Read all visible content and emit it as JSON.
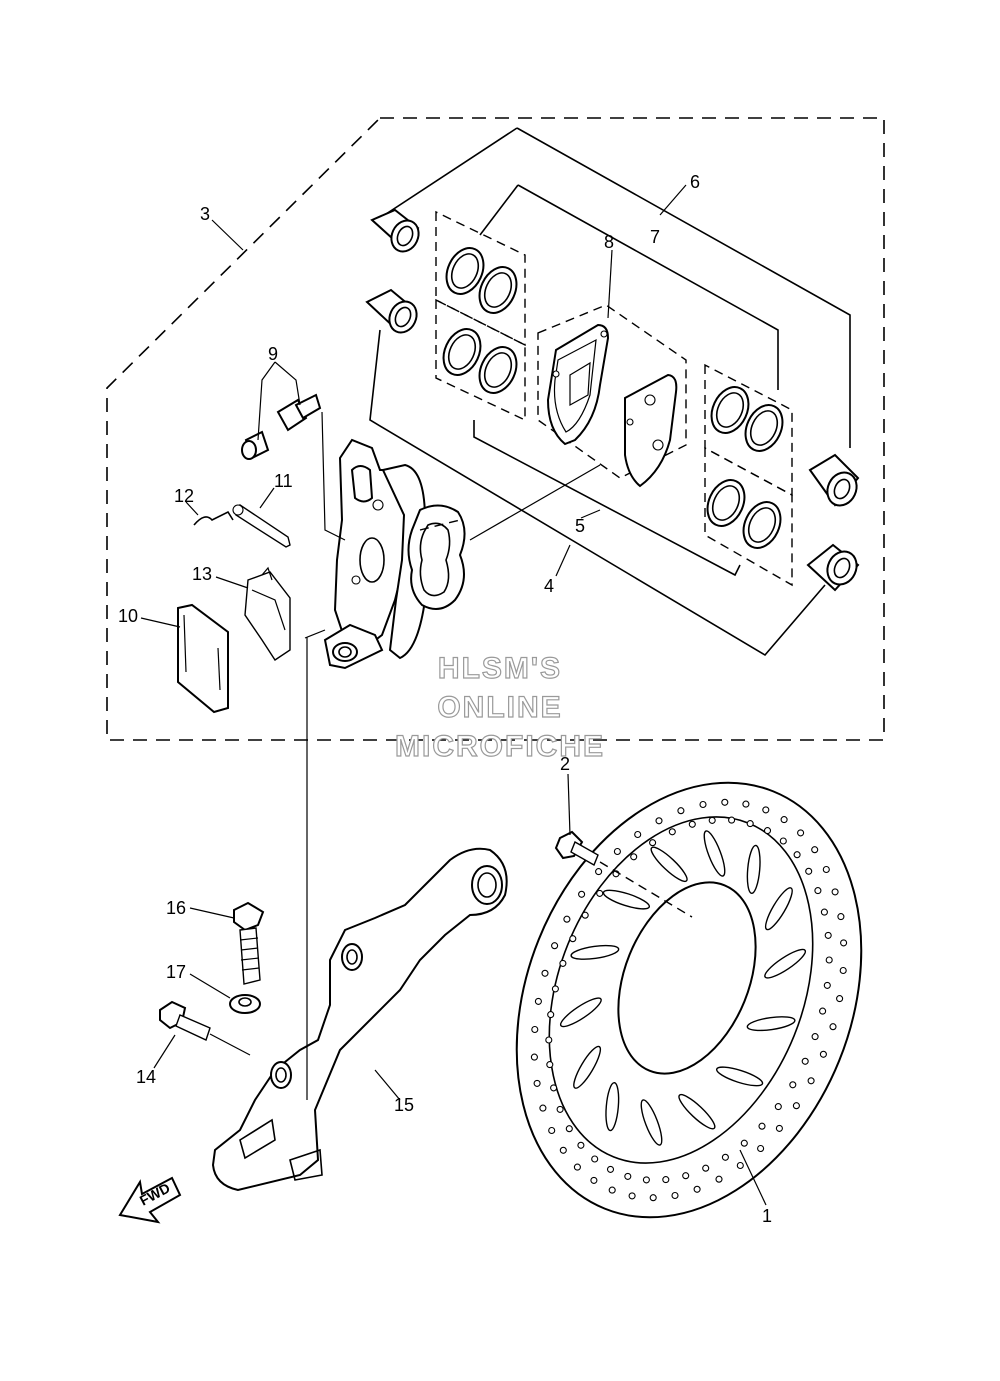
{
  "callouts": [
    "1",
    "2",
    "3",
    "4",
    "5",
    "6",
    "7",
    "8",
    "9",
    "10",
    "11",
    "12",
    "13",
    "14",
    "15",
    "16",
    "17"
  ],
  "watermark": {
    "line1": "HLSM'S",
    "line2": "ONLINE",
    "line3": "MICROFICHE"
  },
  "direction_arrow": "FWD",
  "colors": {
    "line": "#000000",
    "background": "#ffffff",
    "watermark_outline": "#9a9a9a"
  }
}
